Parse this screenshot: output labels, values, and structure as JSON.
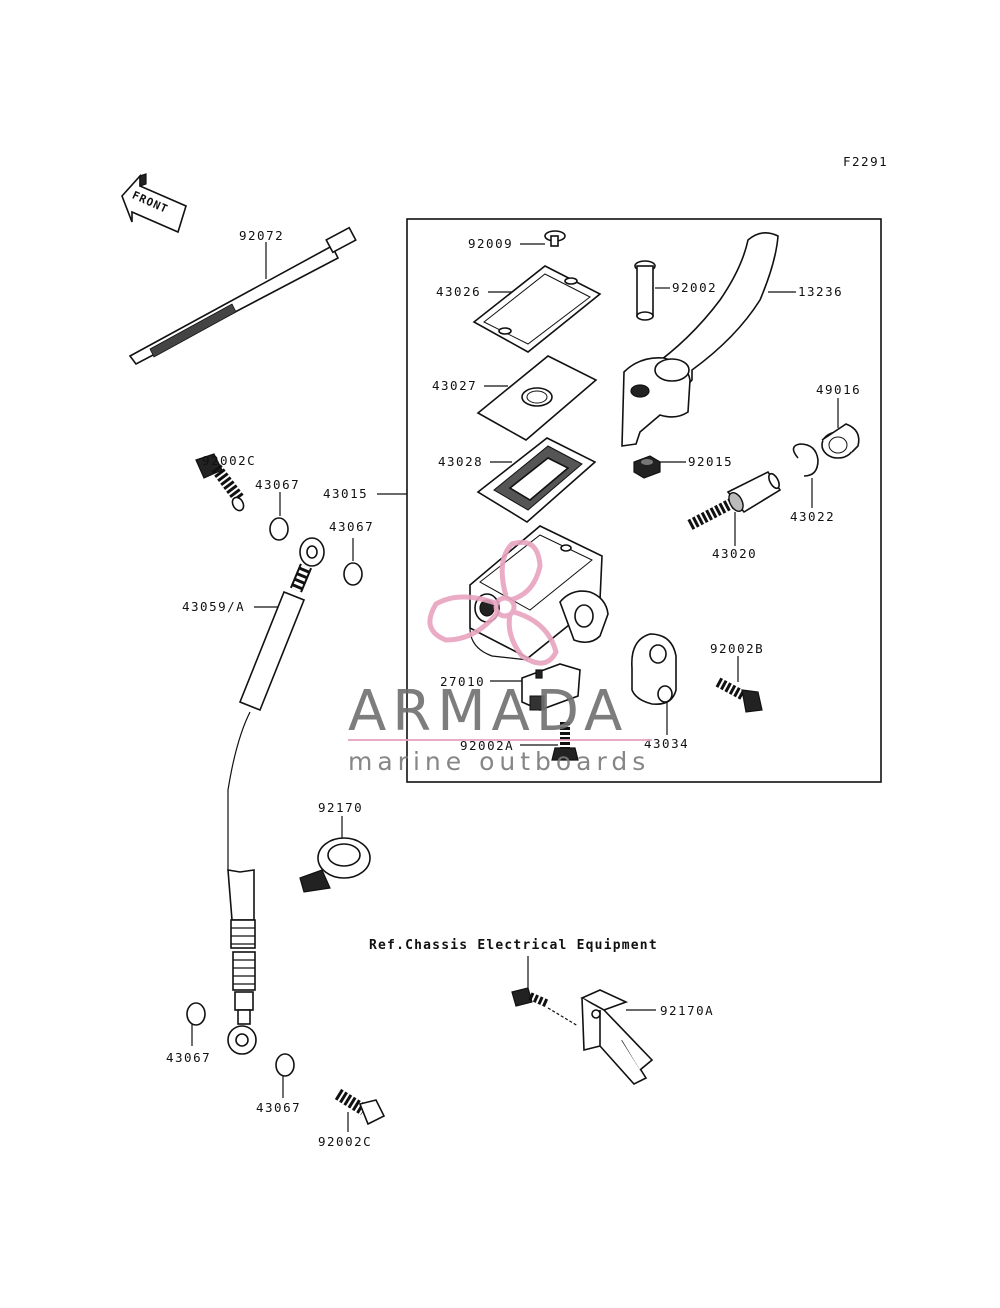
{
  "figure_code": "F2291",
  "front_label": "FRONT",
  "reference_note": "Ref.Chassis Electrical Equipment",
  "watermark": {
    "brand": "ARMADA",
    "tagline": "marine outboards",
    "accent_color": "#e8a3bf",
    "text_color": "#6f6f6f"
  },
  "part_labels": {
    "p92072": "92072",
    "p92009": "92009",
    "p43026": "43026",
    "p92002": "92002",
    "p13236": "13236",
    "p43027": "43027",
    "p49016": "49016",
    "p43028": "43028",
    "p92015": "92015",
    "p43015": "43015",
    "p92002c_top": "92002C",
    "p43067_a": "43067",
    "p43067_b": "43067",
    "p43022": "43022",
    "p43020": "43020",
    "p43059": "43059/A",
    "p92002b": "92002B",
    "p27010": "27010",
    "p43034": "43034",
    "p92002a": "92002A",
    "p92170": "92170",
    "p92170a": "92170A",
    "p43067_c": "43067",
    "p43067_d": "43067",
    "p92002c_bottom": "92002C"
  }
}
